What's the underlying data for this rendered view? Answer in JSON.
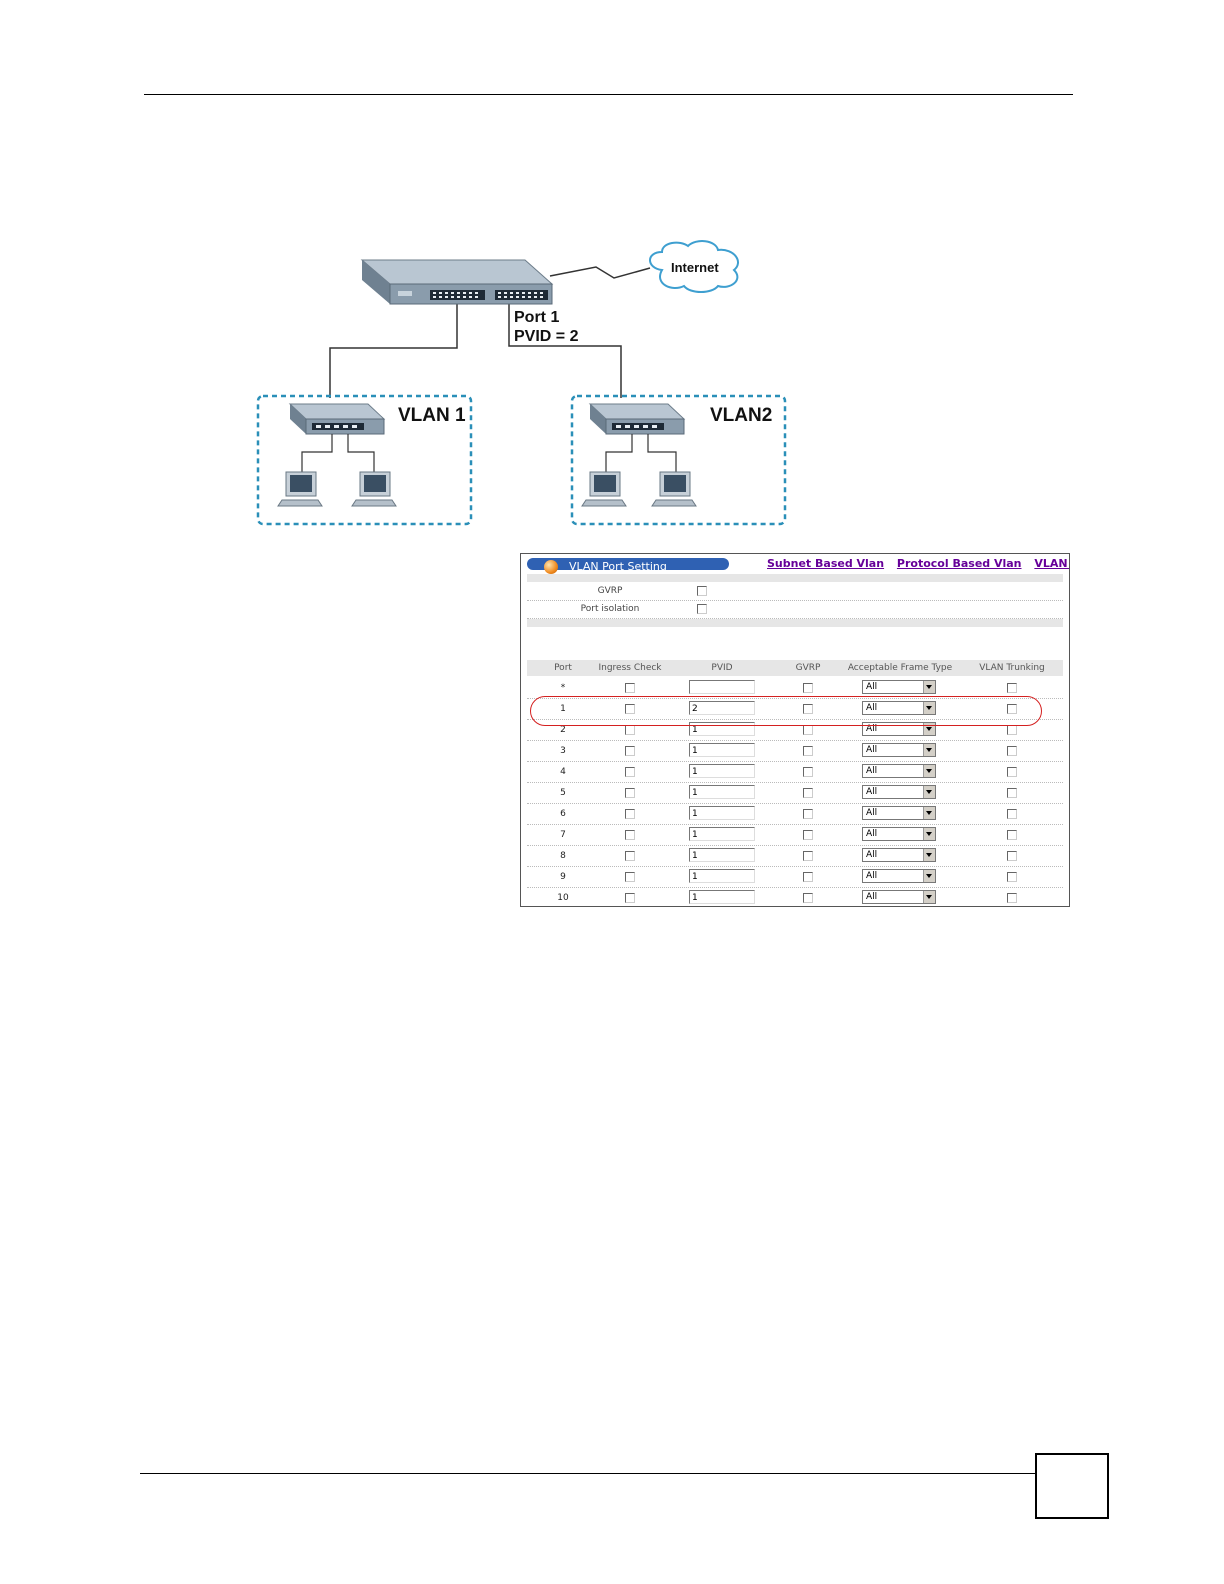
{
  "diagram": {
    "internet_label": "Internet",
    "port_label_line1": "Port 1",
    "port_label_line2": "PVID = 2",
    "vlan1_label": "VLAN 1",
    "vlan2_label": "VLAN2",
    "icons": [
      "main-switch-icon",
      "internet-cloud-icon",
      "vlan-switch-icon",
      "computer-icon"
    ],
    "colors": {
      "vlan_border": "#2a8fb8",
      "switch_body": "#9fb2c2"
    }
  },
  "vlan_panel": {
    "title": "VLAN Port Setting",
    "links": [
      "Subnet Based Vlan",
      "Protocol Based Vlan",
      "VLAN Status"
    ],
    "general": [
      {
        "label": "GVRP",
        "checked": false
      },
      {
        "label": "Port isolation",
        "checked": false
      }
    ],
    "columns": [
      "Port",
      "Ingress Check",
      "PVID",
      "GVRP",
      "Acceptable Frame Type",
      "VLAN Trunking"
    ],
    "rows": [
      {
        "port": "*",
        "pvid": "",
        "frame_type": "All"
      },
      {
        "port": "1",
        "pvid": "2",
        "frame_type": "All"
      },
      {
        "port": "2",
        "pvid": "1",
        "frame_type": "All"
      },
      {
        "port": "3",
        "pvid": "1",
        "frame_type": "All"
      },
      {
        "port": "4",
        "pvid": "1",
        "frame_type": "All"
      },
      {
        "port": "5",
        "pvid": "1",
        "frame_type": "All"
      },
      {
        "port": "6",
        "pvid": "1",
        "frame_type": "All"
      },
      {
        "port": "7",
        "pvid": "1",
        "frame_type": "All"
      },
      {
        "port": "8",
        "pvid": "1",
        "frame_type": "All"
      },
      {
        "port": "9",
        "pvid": "1",
        "frame_type": "All"
      },
      {
        "port": "10",
        "pvid": "1",
        "frame_type": "All"
      }
    ],
    "colors": {
      "title_bar": "#2f61b3",
      "link": "#660099",
      "highlight": "#d42020"
    }
  }
}
